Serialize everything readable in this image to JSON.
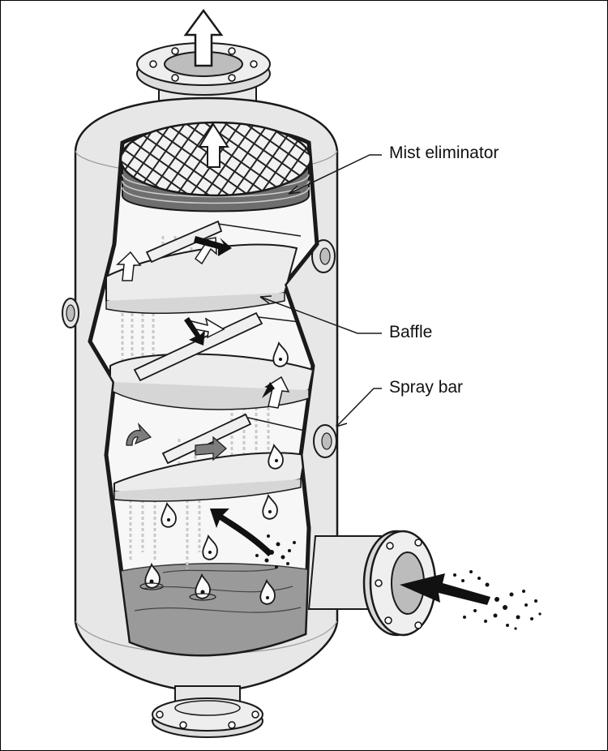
{
  "labels": {
    "mist_eliminator": "Mist eliminator",
    "baffle": "Baffle",
    "spray_bar": "Spray bar"
  },
  "colors": {
    "shell": "#e7e7e7",
    "shell_shadow": "#cfcfcf",
    "inner": "#f7f7f7",
    "liquid": "#9a9a9a",
    "arrow_dark": "#111111",
    "arrow_gray": "#7d7d7d",
    "line": "#1a1a1a"
  }
}
